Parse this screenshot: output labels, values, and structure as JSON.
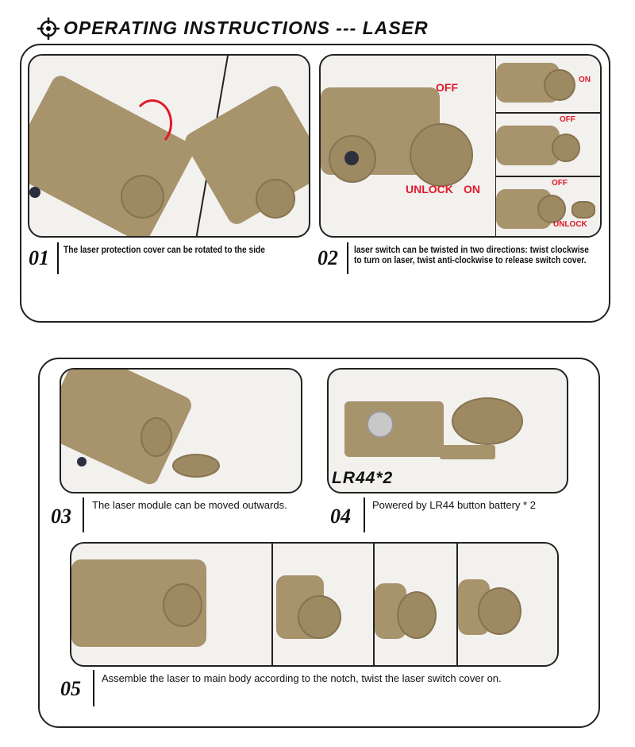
{
  "header": {
    "title": "OPERATING INSTRUCTIONS --- LASER",
    "icon": "crosshair-icon"
  },
  "steps": [
    {
      "number": "01",
      "text": "The laser protection cover can be rotated to the side"
    },
    {
      "number": "02",
      "text": "laser switch can be twisted in two directions: twist clockwise to turn on laser, twist anti-clockwise to release switch cover.",
      "labels": {
        "main_off": "OFF",
        "main_unlock": "UNLOCK",
        "main_on": "ON",
        "sub1_on": "ON",
        "sub2_off": "OFF",
        "sub3_off": "OFF",
        "sub3_unlock": "UNLOCK"
      }
    },
    {
      "number": "03",
      "text": "The laser module can be moved outwards."
    },
    {
      "number": "04",
      "text": "Powered by LR44 button battery * 2",
      "label": "LR44*2"
    },
    {
      "number": "05",
      "text": "Assemble the laser to main body according to the notch, twist the laser switch cover on."
    }
  ],
  "colors": {
    "accent": "#e0192a",
    "product": "#a7936c",
    "border": "#222222"
  }
}
